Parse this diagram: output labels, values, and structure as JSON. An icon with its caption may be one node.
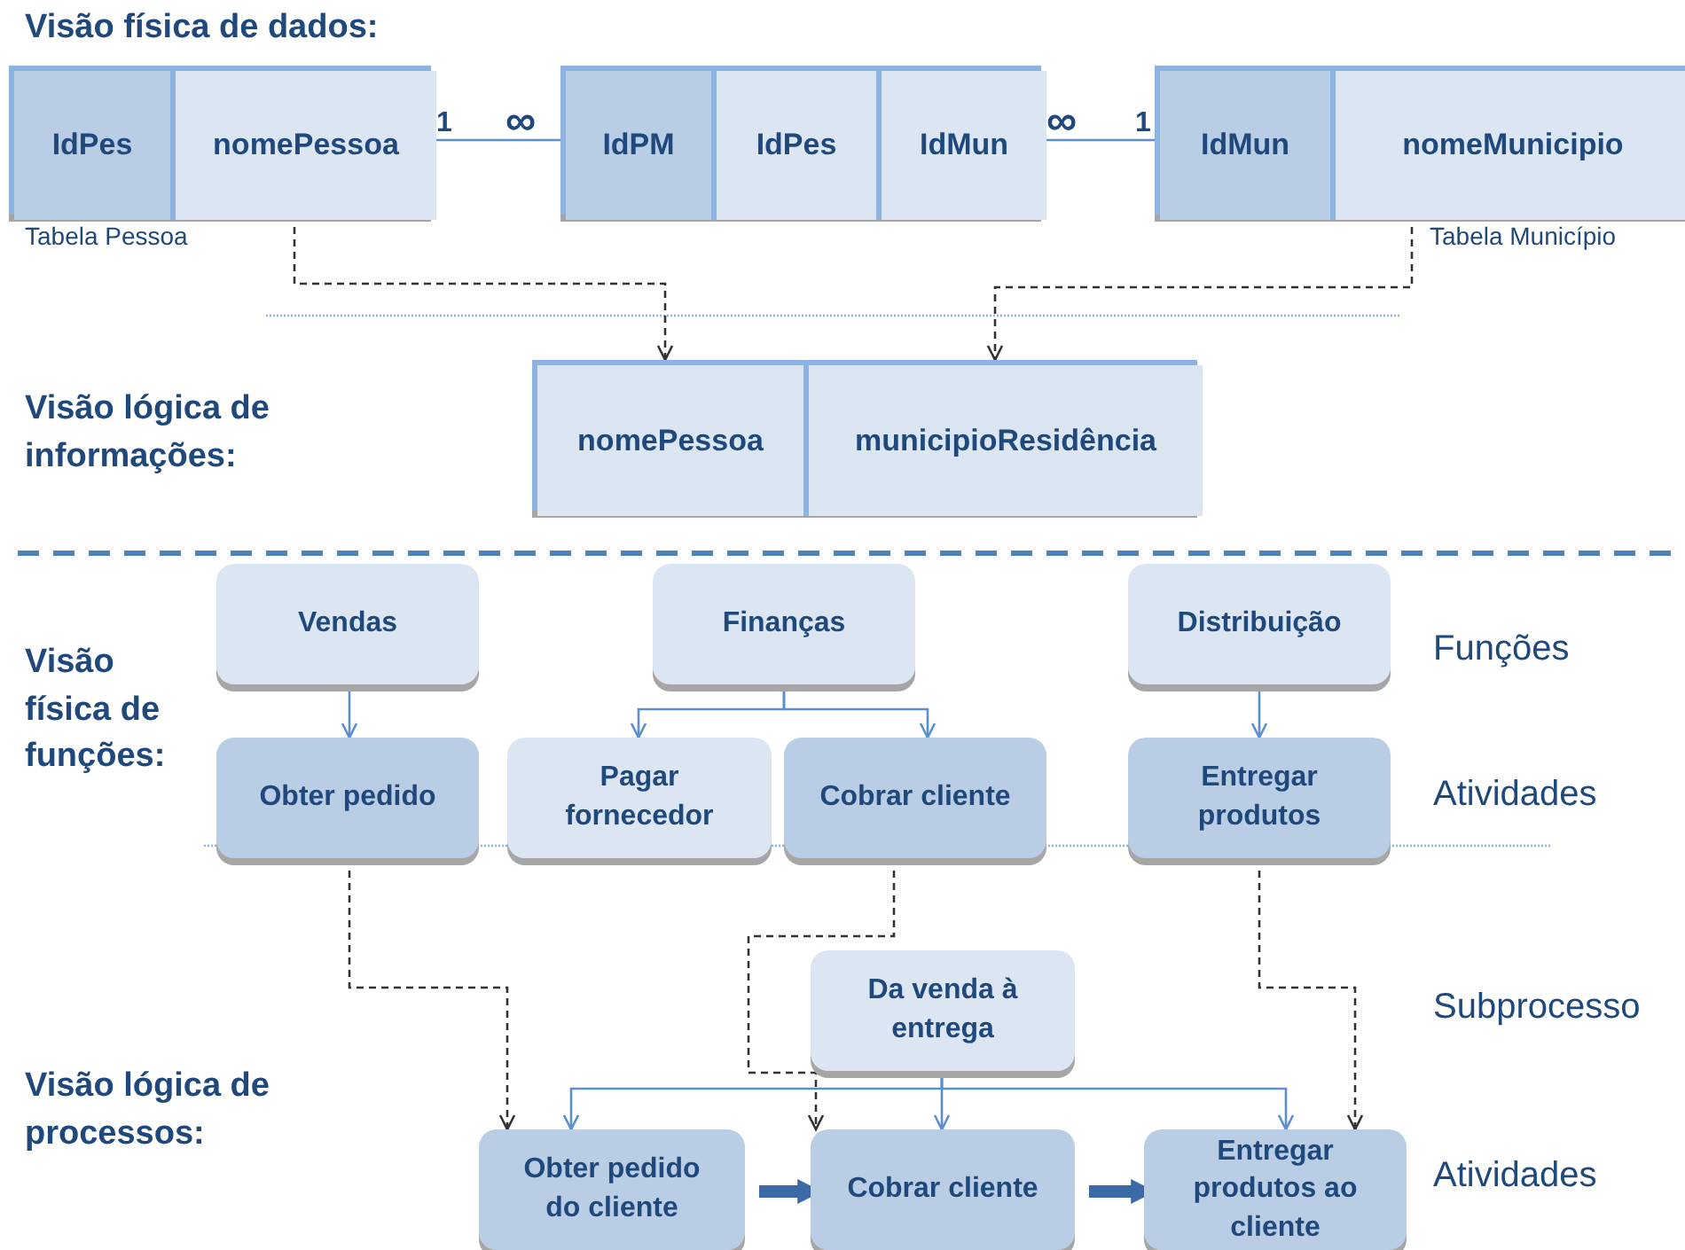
{
  "diagram": {
    "nodes": [
      {
        "text": [],
        "shape": "box",
        "beside": [
          "Tabela Pessoa"
        ]
      },
      {
        "text": [
          "IdPes"
        ],
        "in": 0
      },
      {
        "text": [
          "nomePessoa"
        ],
        "in": 0
      },
      {
        "text": [],
        "shape": "box"
      },
      {
        "text": [
          "IdPM"
        ],
        "in": 3
      },
      {
        "text": [
          "IdPes"
        ],
        "in": 3
      },
      {
        "text": [
          "IdMun"
        ],
        "in": 3
      },
      {
        "text": [],
        "shape": "box",
        "beside": [
          "Tabela Município"
        ]
      },
      {
        "text": [
          "IdMun"
        ],
        "in": 7
      },
      {
        "text": [
          "nomeMunicipio"
        ],
        "in": 7
      },
      {
        "text": [],
        "shape": "box"
      },
      {
        "text": [
          "nomePessoa"
        ],
        "in": 10
      },
      {
        "text": [
          "municipioResidência"
        ],
        "in": 10
      },
      {
        "text": [
          "Vendas"
        ]
      },
      {
        "text": [
          "Finanças"
        ]
      },
      {
        "text": [
          "Distribuição"
        ]
      },
      {
        "text": [
          "Obter pedido"
        ]
      },
      {
        "text": [
          "Pagar fornecedor"
        ]
      },
      {
        "text": [
          "Cobrar cliente"
        ]
      },
      {
        "text": [
          "Entregar produtos"
        ]
      },
      {
        "text": [
          "Da venda à entrega"
        ]
      },
      {
        "text": [
          "Obter pedido do cliente"
        ]
      },
      {
        "text": [
          "Cobrar cliente"
        ]
      },
      {
        "text": [
          "Entregar produtos ao cliente"
        ]
      }
    ],
    "edges": [
      {
        "from": 0,
        "to": 3,
        "arrow": "none"
      },
      {
        "from": 3,
        "to": 7,
        "arrow": "none"
      },
      {
        "from": 2,
        "to": 11,
        "arrow": "to",
        "style": "dashed",
        "color": "#333333"
      },
      {
        "from": 9,
        "to": 12,
        "arrow": "to",
        "style": "dashed",
        "color": "#333333"
      },
      {
        "from": 13,
        "to": 16,
        "arrow": "to"
      },
      {
        "from": 14,
        "to": 17,
        "arrow": "to"
      },
      {
        "from": 14,
        "to": 18,
        "arrow": "to"
      },
      {
        "from": 15,
        "to": 19,
        "arrow": "to"
      },
      {
        "from": 16,
        "to": 21,
        "arrow": "to",
        "style": "dashed",
        "color": "#333333"
      },
      {
        "from": 18,
        "to": 22,
        "arrow": "to",
        "style": "dashed",
        "color": "#333333"
      },
      {
        "from": 19,
        "to": 23,
        "arrow": "to",
        "style": "dashed",
        "color": "#333333"
      },
      {
        "from": 20,
        "to": 21,
        "arrow": "to"
      },
      {
        "from": 20,
        "to": 22,
        "arrow": "to"
      },
      {
        "from": 20,
        "to": 23,
        "arrow": "to"
      },
      {
        "from": 21,
        "to": 22,
        "arrow": "to",
        "style": "thick",
        "color": "#3c6aa6"
      },
      {
        "from": 22,
        "to": 23,
        "arrow": "to",
        "style": "thick",
        "color": "#3c6aa6"
      }
    ],
    "labels": [
      "Visão física de dados:",
      "1",
      "∞",
      "∞",
      "1",
      "Visão lógica de informações:",
      "Visão física de funções:",
      "Funções",
      "Atividades",
      "Subprocesso",
      "Visão lógica de processos:",
      "Atividades"
    ]
  }
}
